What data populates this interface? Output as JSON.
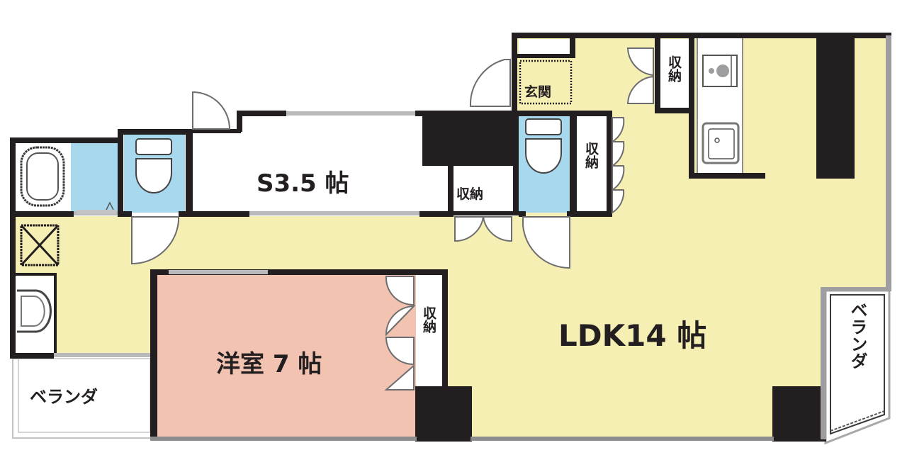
{
  "floorplan": {
    "colors": {
      "wall": "#231f20",
      "hall_floor": "#f6efb4",
      "western_room_floor": "#f2c3b1",
      "wet_area_floor": "#a8d8ee",
      "service_room_floor": "#ffffff",
      "window_frame": "#b9b9bb",
      "background": "#ffffff"
    },
    "rooms": {
      "ldk": {
        "label": "LDK14 帖"
      },
      "western_room": {
        "label": "洋室 7 帖"
      },
      "service_room": {
        "label": "S3.5 帖"
      },
      "entrance": {
        "label": "玄関"
      },
      "storage_entrance": {
        "label": "収納"
      },
      "storage_hall_center": {
        "label": "収納"
      },
      "storage_hall_right": {
        "label": "収納"
      },
      "storage_western": {
        "label": "収納"
      },
      "balcony_left": {
        "label": "ベランダ"
      },
      "balcony_right": {
        "label": "ベランダ"
      }
    },
    "fixtures": [
      "bathtub",
      "washroom",
      "toilet-1",
      "toilet-2",
      "washing-machine-space",
      "washbasin",
      "stove",
      "kitchen-sink",
      "shoe-cabinet"
    ]
  }
}
